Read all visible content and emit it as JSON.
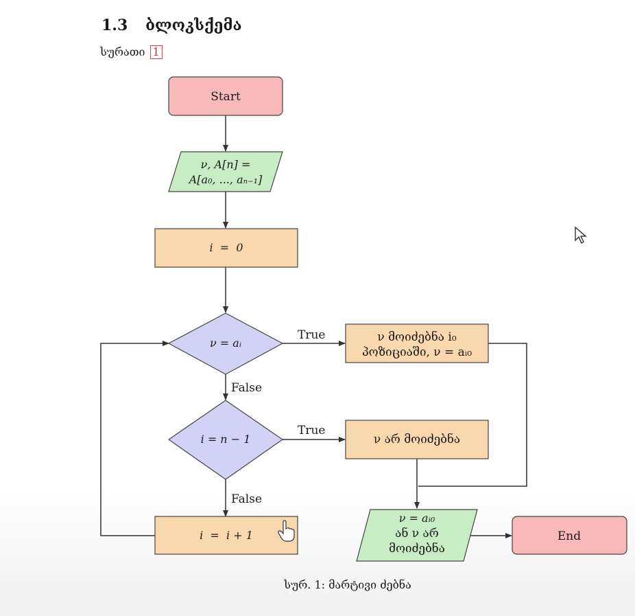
{
  "section": {
    "number": "1.3",
    "title": "ბლოკსქემა"
  },
  "figure_ref": {
    "prefix": "სურათი",
    "number": "1"
  },
  "caption": "სურ. 1: მარტივი ძებნა",
  "nodes": {
    "start": "Start",
    "input_line1": "ν, A[n] =",
    "input_line2": "A[a₀, ..., aₙ₋₁]",
    "init": "i  =  0",
    "cond1": "ν = aᵢ",
    "found_line1": "ν მოიძებნა i₀",
    "found_line2": "პოზიციაში, ν = aᵢ₀",
    "cond2": "i = n − 1",
    "notfound": "ν არ მოიძებნა",
    "increment": "i  =  i + 1",
    "output_line1": "ν = aᵢ₀",
    "output_line2": "ან ν არ",
    "output_line3": "მოიძებნა",
    "end": "End"
  },
  "edge_labels": {
    "cond1_true": "True",
    "cond1_false": "False",
    "cond2_true": "True",
    "cond2_false": "False"
  },
  "colors": {
    "terminal": "#f8b9b9",
    "io": "#c8ecc4",
    "process": "#fad8ae",
    "decision": "#d2d2f6"
  }
}
